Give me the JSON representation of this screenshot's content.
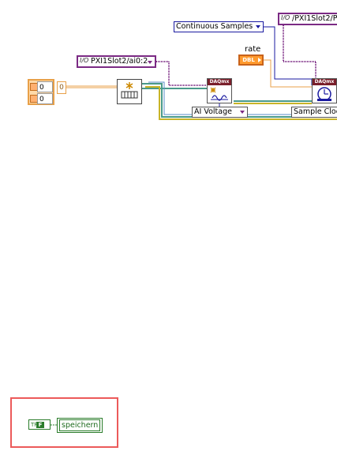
{
  "diagram": {
    "sample_mode_enum": "Continuous Samples",
    "rate_label": "rate",
    "rate_type": "DBL",
    "physical_channel": "PXI1Slot2/ai0:2",
    "clock_source": "/PXI1Slot2/P",
    "array_values": [
      "0",
      "0"
    ],
    "index_constant": "0",
    "daq_badge": "DAQmx",
    "ai_voltage_selector": "AI Voltage",
    "sample_clock_selector": "Sample Clock",
    "io_glyph": "I/O",
    "boolean_tf": "TF",
    "boolean_letter": "F",
    "save_indicator_label": "speichern"
  },
  "colors": {
    "enum_blue": "#1a1aa0",
    "io_purple": "#7b2a84",
    "numeric_orange": "#e8a048",
    "boolean_green": "#2a7c2a",
    "task_wire_teal": "#4a9a8a",
    "error_wire_yellow": "#c8b428",
    "highlight_red": "#ec5a5a"
  }
}
